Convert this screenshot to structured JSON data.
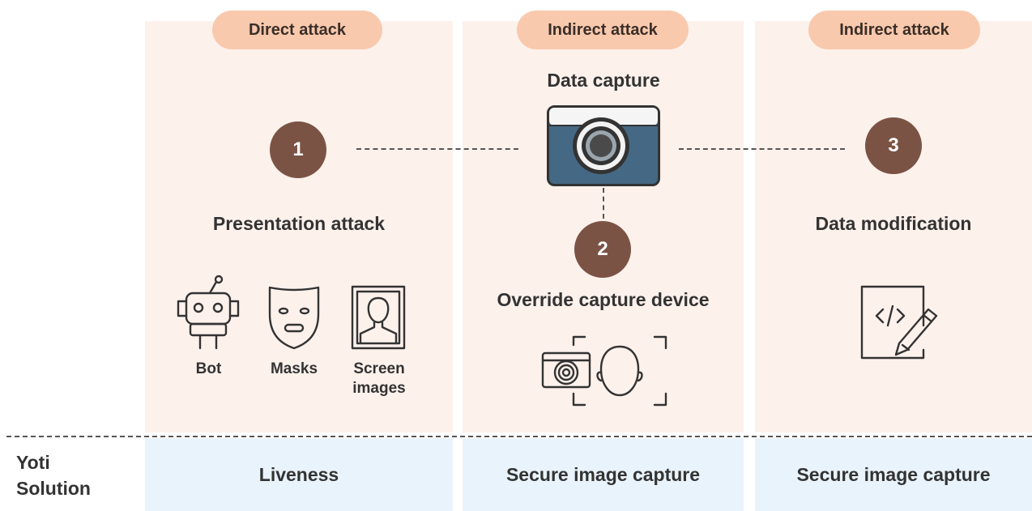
{
  "columns": [
    {
      "tag": "Direct attack",
      "solution": "Liveness"
    },
    {
      "tag": "Indirect attack",
      "solution": "Secure image capture"
    },
    {
      "tag": "Indirect attack",
      "solution": "Secure image capture"
    }
  ],
  "nodes": {
    "data_capture": "Data capture",
    "step1": {
      "number": "1",
      "title": "Presentation attack"
    },
    "step2": {
      "number": "2",
      "title": "Override capture device"
    },
    "step3": {
      "number": "3",
      "title": "Data modification"
    }
  },
  "presentation_icons": [
    "Bot",
    "Masks",
    "Screen images"
  ],
  "solution_row_label": "Yoti Solution",
  "colors": {
    "column_bg": "#fdf1ec",
    "solution_bg": "#e9f3fb",
    "pill": "#f9c9ad",
    "step_circle": "#7b5345",
    "camera_body": "#456985"
  }
}
